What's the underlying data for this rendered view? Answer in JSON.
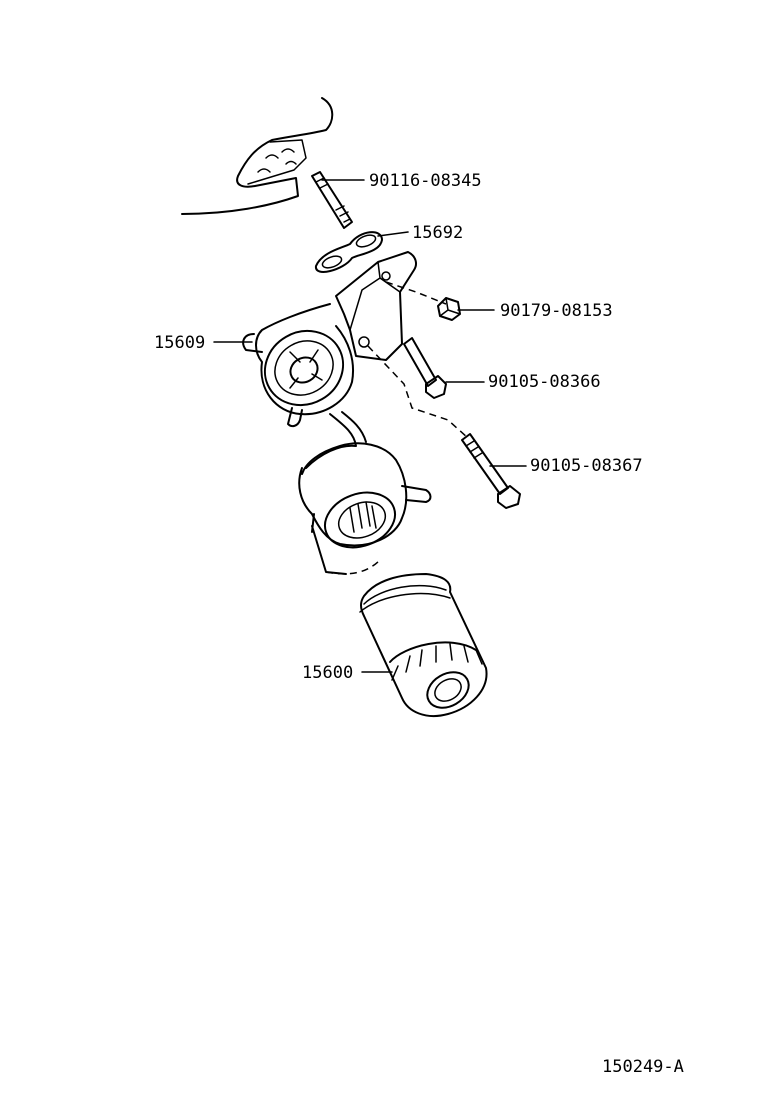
{
  "diagram": {
    "callouts": [
      {
        "id": "stud-bolt",
        "label": "90116-08345"
      },
      {
        "id": "gasket",
        "label": "15692"
      },
      {
        "id": "bracket",
        "label": "15609"
      },
      {
        "id": "nut",
        "label": "90179-08153"
      },
      {
        "id": "bolt-short",
        "label": "90105-08366"
      },
      {
        "id": "bolt-long",
        "label": "90105-08367"
      },
      {
        "id": "oil-filter",
        "label": "15600"
      }
    ],
    "figure_code": "150249-A"
  }
}
